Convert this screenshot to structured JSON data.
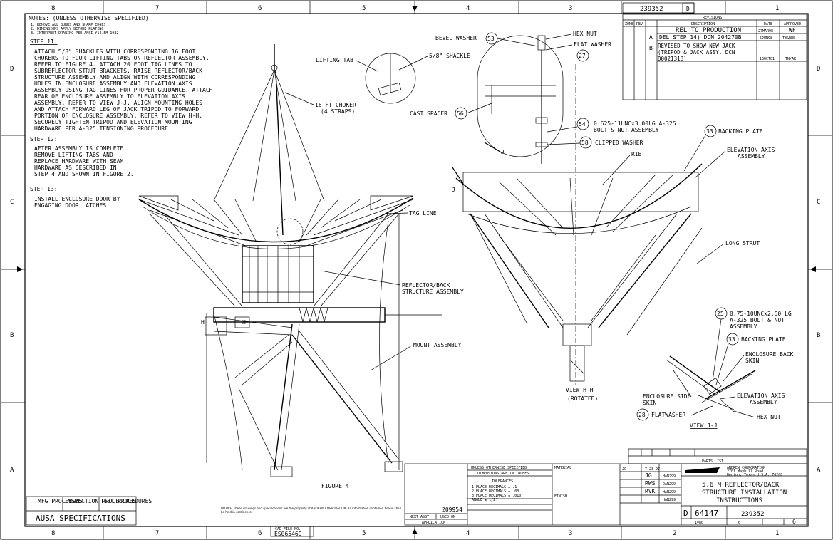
{
  "sheet": {
    "zones_top": [
      "8",
      "7",
      "6",
      "5",
      "4",
      "3",
      "2",
      "1"
    ],
    "zones_side": [
      "D",
      "C",
      "B",
      "A"
    ],
    "drawing_number_top": "239352",
    "size_box": "D"
  },
  "notes": {
    "header": "NOTES: (UNLESS OTHERWISE SPECIFIED)",
    "lines": [
      "1. REMOVE ALL BURRS AND SHARP EDGES",
      "2. DIMENSIONS APPLY BEFORE PLATING",
      "3. INTERPRET DRAWING PER ANSI Y14.5M-1982"
    ]
  },
  "steps": [
    {
      "title": "STEP 11:",
      "lines": [
        "ATTACH 5/8\" SHACKLES WITH CORRESPONDING 16 FOOT",
        "CHOKERS TO FOUR LIFTING TABS ON REFLECTOR ASSEMBLY.",
        "REFER TO FIGURE 4. ATTACH 20 FOOT TAG LINES TO",
        "SUBREFLECTOR STRUT BRACKETS. RAISE REFLECTOR/BACK",
        "STRUCTURE ASSEMBLY AND ALIGN WITH CORRESPONDING",
        "HOLES IN ENCLOSURE ASSEMBLY AND ELEVATION AXIS",
        "ASSEMBLY USING TAG LINES FOR PROPER GUIDANCE. ATTACH",
        "REAR OF ENCLOSURE ASSEMBLY TO ELEVATION AXIS",
        "ASSEMBLY. REFER TO VIEW J-J. ALIGN MOUNTING HOLES",
        "AND ATTACH FORWARD LEG OF JACK TRIPOD TO FORWARD",
        "PORTION OF ENCLOSURE ASSEMBLY. REFER TO VIEW H-H.",
        "SECURELY TIGHTEN TRIPOD AND ELEVATION MOUNTING",
        "HARDWARE PER A-325 TENSIONING PROCEDURE"
      ]
    },
    {
      "title": "STEP 12:",
      "lines": [
        "AFTER ASSEMBLY IS COMPLETE,",
        "REMOVE LIFTING TABS AND",
        "REPLACE HARDWARE WITH SEAM",
        "HARDWARE AS DESCRIBED IN",
        "STEP 4 AND SHOWN IN FIGURE 2."
      ]
    },
    {
      "title": "STEP 13:",
      "lines": [
        "INSTALL ENCLOSURE DOOR BY",
        "ENGAGING DOOR LATCHES."
      ]
    }
  ],
  "revisions": {
    "title": "REVISIONS",
    "headers": [
      "ZONE",
      "REV",
      "DESCRIPTION",
      "DATE",
      "APPROVED"
    ],
    "rows": [
      {
        "zone": "",
        "rev": "",
        "desc": "REL TO PRODUCTION",
        "date": "27MAR98",
        "appr": "WF"
      },
      {
        "zone": "",
        "rev": "A",
        "desc": "DEL STEP 14)   DCN 204270B",
        "date": "5JUN98",
        "appr": "TB&RWS"
      },
      {
        "zone": "",
        "rev": "B",
        "desc": "REVISED TO SHOW NEW JACK (TRIPOD & JACK ASSY.   DCN D002131B)",
        "date": "16OCT01",
        "appr": "TN/AK"
      }
    ]
  },
  "labels": {
    "bevel_washer": "BEVEL WASHER",
    "hex_nut": "HEX NUT",
    "flat_washer": "FLAT WASHER",
    "cast_spacer": "CAST SPACER",
    "bolt_a": "0.625-11UNCx3.00LG A-325",
    "bolt_a2": "BOLT & NUT ASSEMBLY",
    "clipped_washer": "CLIPPED WASHER",
    "backing_plate": "BACKING PLATE",
    "elev_axis": "ELEVATION AXIS",
    "assembly": "ASSEMBLY",
    "rib": "RIB",
    "long_strut": "LONG STRUT",
    "lifting_tab": "LIFTING TAB",
    "shackle": "5/8\" SHACKLE",
    "choker1": "16 FT CHOKER",
    "choker2": "(4 STRAPS)",
    "tag_line": "TAG LINE",
    "refl1": "REFLECTOR/BACK",
    "refl2": "STRUCTURE ASSEMBLY",
    "mount": "MOUNT ASSEMBLY",
    "figure": "FIGURE 4",
    "view_hh": "VIEW H-H",
    "rotated": "(ROTATED)",
    "bolt_b": "0.75-10UNCx2.50 LG",
    "bolt_b2": "A-325 BOLT & NUT",
    "bolt_b3": "ASSEMBLY",
    "enc_back": "ENCLOSURE BACK",
    "skin": "SKIN",
    "enc_side": "ENCLOSURE SIDE",
    "elev_axis2": "ELEVATION AXIS",
    "hex_nut2": "HEX NUT",
    "flatwasher": "FLATWASHER",
    "view_jj": "VIEW J-J",
    "j": "J",
    "h": "H"
  },
  "balloons": {
    "b53": "53",
    "b27": "27",
    "b56": "56",
    "b54": "54",
    "b58": "58",
    "b33": "33",
    "b25": "25",
    "b33b": "33",
    "b28": "28"
  },
  "left_block": {
    "mfg": "MFG PROCESSES",
    "insp": "INSPECTION PROCEDURES",
    "test": "TEST PROCEDURES",
    "ausa": "AUSA SPECIFICATIONS"
  },
  "title_block": {
    "tolerances_header": "UNLESS OTHERWISE SPECIFIED",
    "dims": "DIMENSIONS ARE IN INCHES",
    "tol_title": "TOLERANCES",
    "tol_lines": [
      "1 PLACE DECIMALS ± .1",
      "2 PLACE DECIMALS ± .03",
      "3 PLACE DECIMALS ± .010",
      "ANGLE ± 1/2°"
    ],
    "material": "MATERIAL",
    "finish": "FINISH",
    "next_assy_no": "209954",
    "next_assy": "NEXT ASSY",
    "used_on": "USED ON",
    "application": "APPLICATION",
    "company1": "ANDREW CORPORATION",
    "company2": "2701 Mayhill Road",
    "company3": "Denton, Texas  U.S.A.  76208",
    "title1": "5.6 M REFLECTOR/BACK",
    "title2": "STRUCTURE INSTALLATION",
    "title3": "INSTRUCTIONS",
    "size": "D",
    "cage": "64147",
    "dwg_no": "239352",
    "scale": "1=80",
    "rev": "6",
    "sheet_of": "6",
    "drawn": "JG",
    "checked": "RWS",
    "appr1": "RVK",
    "date1": "7-23-97",
    "date2": "HAN299",
    "date3": "DAN299",
    "date4": "HAN299",
    "date5": "HAN299",
    "parts_list": "PARTS LIST",
    "cad_file_label": "CAD FILE NO.",
    "cad_file": "ES065469",
    "proprietary": "NOTICE: These drawings and specifications are the property of ANDREW CORPORATION. All information contained herein shall be held in confidence."
  }
}
